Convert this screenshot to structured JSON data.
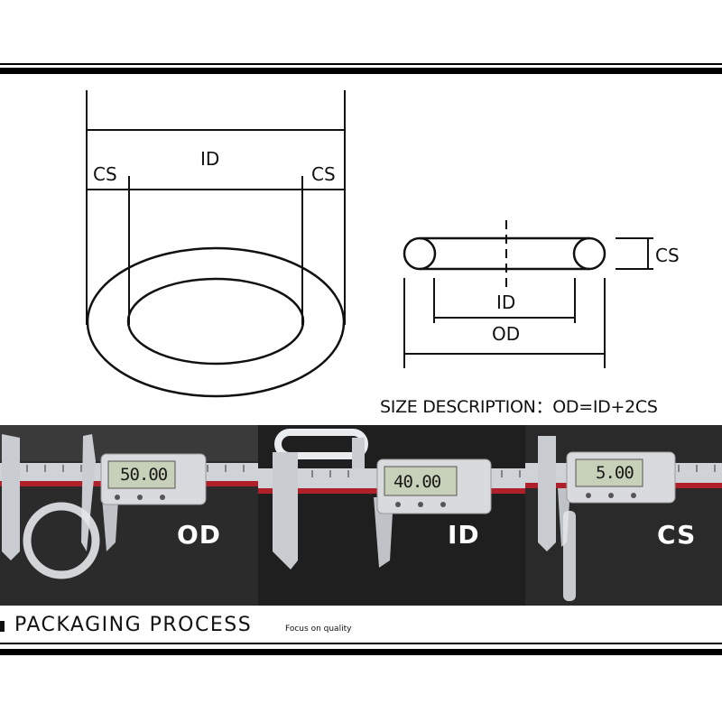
{
  "diagram": {
    "left_labels": {
      "id": "ID",
      "cs_left": "CS",
      "cs_right": "CS"
    },
    "right_labels": {
      "cs": "CS",
      "id": "ID",
      "od": "OD"
    }
  },
  "size_description": "SIZE DESCRIPTION：OD=ID+2CS",
  "photos": [
    {
      "label": "OD",
      "reading": "50.00"
    },
    {
      "label": "ID",
      "reading": "40.00"
    },
    {
      "label": "CS",
      "reading": "5.00"
    }
  ],
  "packaging": {
    "title": "PACKAGING PROCESS",
    "subtitle": "Focus on quality"
  },
  "colors": {
    "background": "#ffffff",
    "ink": "#000000",
    "photo_bg": "#2a2a2a",
    "caliper_red": "#b0202a"
  }
}
